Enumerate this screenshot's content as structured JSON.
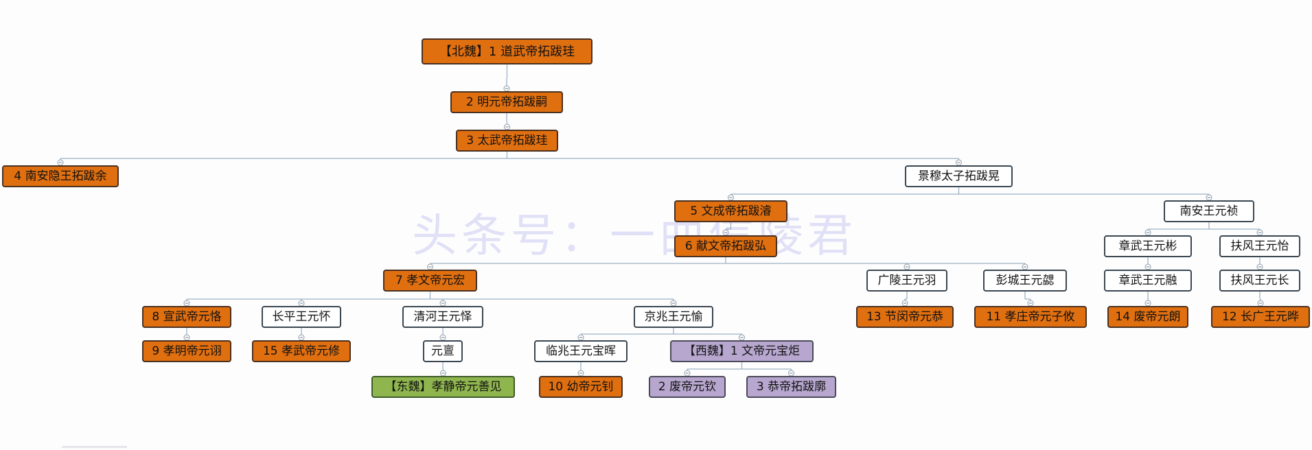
{
  "watermark": "头条号：一曲信陵君",
  "colors": {
    "orange": "#e06f10",
    "white": "#ffffff",
    "purple": "#b7a7cf",
    "green": "#8fb64e",
    "connector": "#9db3c4"
  },
  "nodes": {
    "n_daowu": "【北魏】1 道武帝拓跋珪",
    "n_mingyuan": "2 明元帝拓跋嗣",
    "n_taiwu": "3 太武帝拓跋珪",
    "n_nanan_yin": "4 南安隐王拓跋余",
    "n_jingmu": "景穆太子拓跋晃",
    "n_wencheng": "5 文成帝拓跋濬",
    "n_xianwen": "6 献文帝拓跋弘",
    "n_xiaowen": "7 孝文帝元宏",
    "n_xuanwu": "8 宣武帝元恪",
    "n_xiaoming": "9 孝明帝元诩",
    "n_changping": "长平王元怀",
    "n_xiaowu": "15 孝武帝元修",
    "n_qinghe": "清河王元怿",
    "n_yuandan": "元亶",
    "n_xiaojing": "【东魏】孝静帝元善见",
    "n_jingzhao": "京兆王元愉",
    "n_linzhao": "临兆王元宝晖",
    "n_youdi": "10 幼帝元钊",
    "n_xiwei": "【西魏】1 文帝元宝炬",
    "n_feidi_qin": "2 废帝元钦",
    "n_gongdi": "3 恭帝拓跋廓",
    "n_guangling": "广陵王元羽",
    "n_jiemin": "13 节闵帝元恭",
    "n_pengcheng": "彭城王元勰",
    "n_xiaozhuang": "11 孝庄帝元子攸",
    "n_nanan_zhen": "南安王元祯",
    "n_zhangwu_bin": "章武王元彬",
    "n_zhangwu_rong": "章武王元融",
    "n_feidi_lang": "14 废帝元朗",
    "n_fufeng_yi": "扶风王元怡",
    "n_fufeng_chang": "扶风王元长",
    "n_changguang": "12 长广王元晔"
  }
}
